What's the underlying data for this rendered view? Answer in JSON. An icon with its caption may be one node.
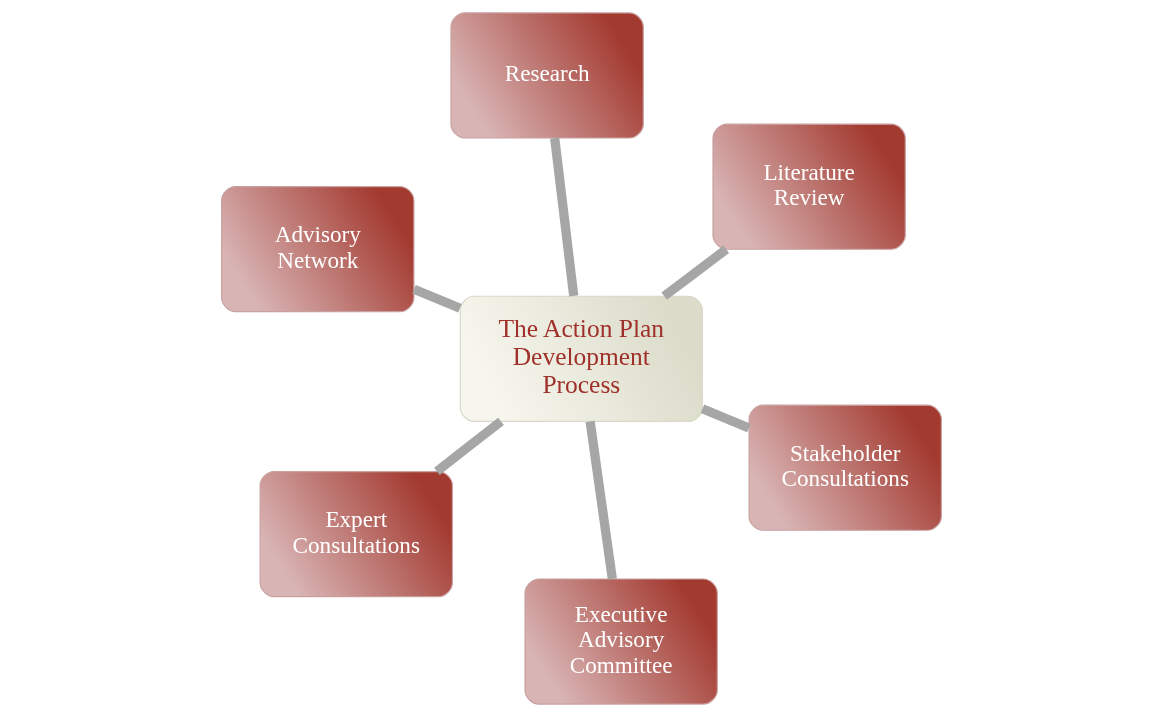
{
  "diagram": {
    "nodes": [
      {
        "text": [
          "Advisory Network"
        ]
      },
      {
        "text": [
          "Stakeholder Consultations"
        ]
      },
      {
        "text": [
          "Executive Advisory Committee"
        ]
      },
      {
        "text": [
          "The Action Plan Development Process"
        ]
      },
      {
        "text": [
          "Literature Review"
        ]
      },
      {
        "text": [
          "Research"
        ]
      },
      {
        "text": [
          "Expert Consultations"
        ]
      }
    ],
    "edges": [
      {
        "from": 3,
        "to": 0,
        "arrow": "none"
      },
      {
        "from": 3,
        "to": 1,
        "arrow": "none"
      },
      {
        "from": 3,
        "to": 2,
        "arrow": "none"
      },
      {
        "from": 3,
        "to": 4,
        "arrow": "none"
      },
      {
        "from": 3,
        "to": 5,
        "arrow": "none"
      },
      {
        "from": 3,
        "to": 6,
        "arrow": "none"
      }
    ]
  }
}
